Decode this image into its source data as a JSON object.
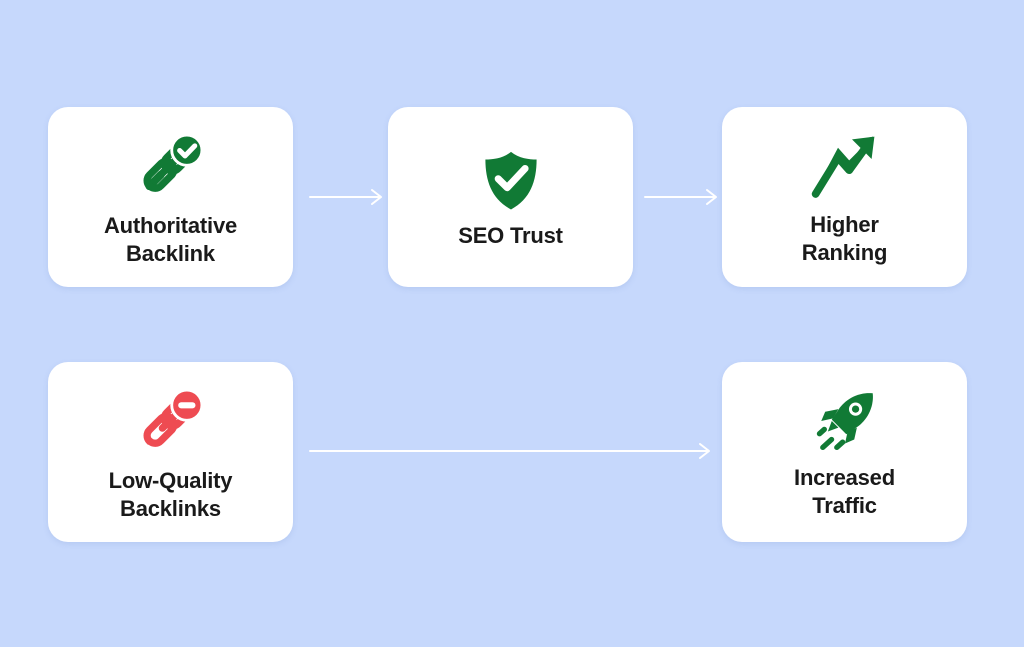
{
  "page": {
    "title": "SEO Backlink Impact Flow",
    "background_color": "#c6d8fc",
    "card_color": "#ffffff",
    "accent_green": "#117a35",
    "accent_red": "#ee4b52",
    "text_color": "#1a1a1a",
    "arrow_color": "#ffffff"
  },
  "flow": {
    "rows": [
      {
        "name": "positive-path",
        "cards": [
          {
            "id": "authoritative-backlink",
            "label": "Authoritative\nBacklink",
            "icon": "link-check-icon",
            "icon_color": "#117a35"
          },
          {
            "id": "seo-trust",
            "label": "SEO Trust",
            "icon": "shield-check-icon",
            "icon_color": "#117a35"
          },
          {
            "id": "higher-ranking",
            "label": "Higher\nRanking",
            "icon": "trend-up-arrow-icon",
            "icon_color": "#117a35"
          }
        ],
        "connectors": [
          {
            "id": "backlink-to-trust",
            "from": "authoritative-backlink",
            "to": "seo-trust",
            "style": "arrow-right"
          },
          {
            "id": "trust-to-ranking",
            "from": "seo-trust",
            "to": "higher-ranking",
            "style": "arrow-right"
          }
        ]
      },
      {
        "name": "negative-path",
        "cards": [
          {
            "id": "low-quality-backlinks",
            "label": "Low-Quality\nBacklinks",
            "icon": "link-minus-icon",
            "icon_color": "#ee4b52"
          },
          {
            "id": "increased-traffic",
            "label": "Increased\nTraffic",
            "icon": "rocket-icon",
            "icon_color": "#117a35"
          }
        ],
        "connectors": [
          {
            "id": "lowquality-to-traffic",
            "from": "low-quality-backlinks",
            "to": "increased-traffic",
            "style": "arrow-right-long"
          }
        ]
      }
    ]
  }
}
